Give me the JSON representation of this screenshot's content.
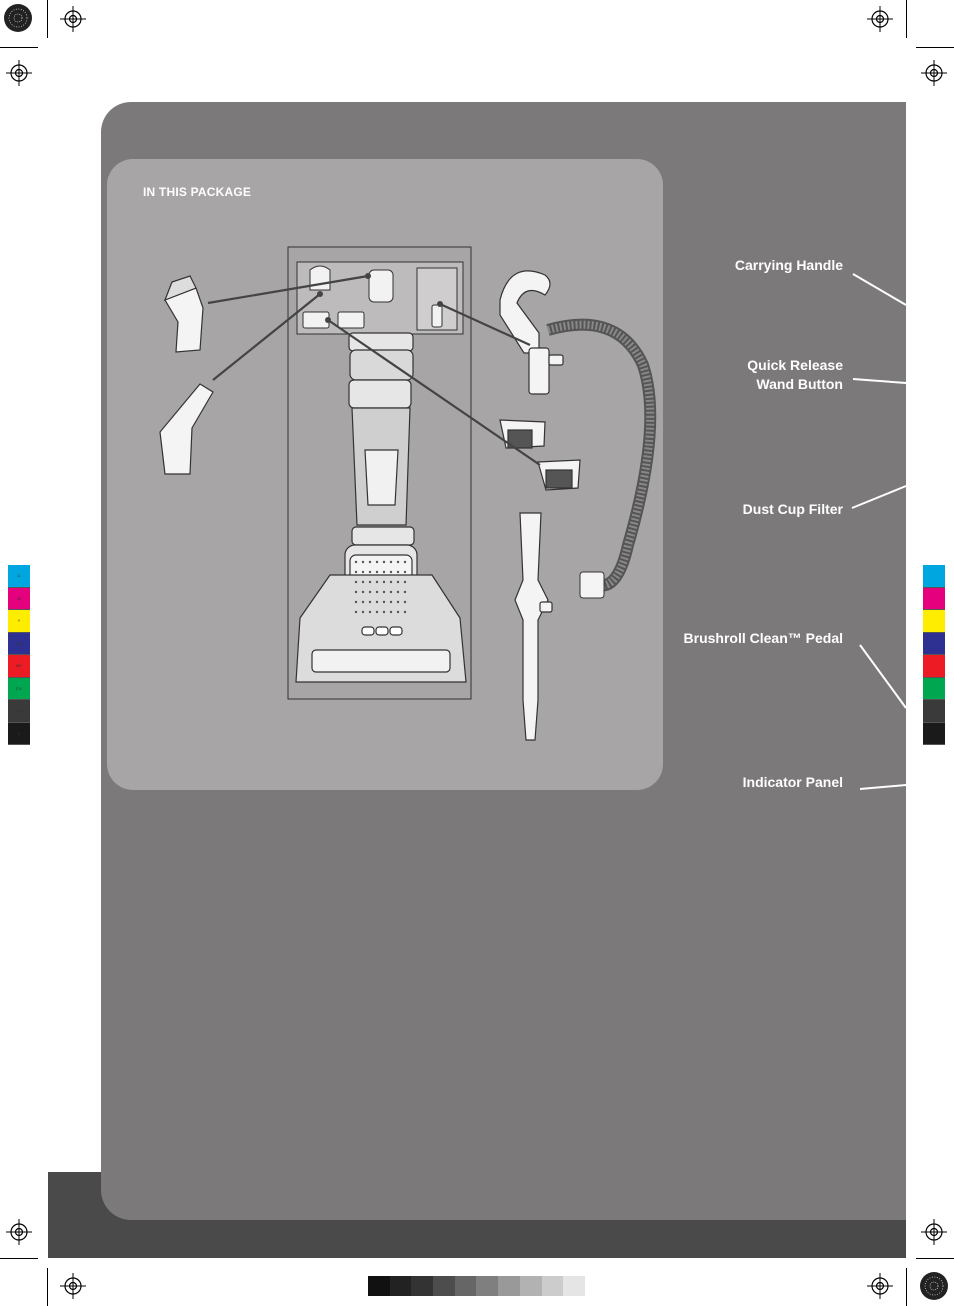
{
  "package": {
    "title": "IN THIS PACKAGE"
  },
  "labels": [
    {
      "id": "carrying-handle",
      "lines": [
        "Carrying Handle"
      ]
    },
    {
      "id": "quick-release",
      "lines": [
        "Quick Release",
        "Wand Button"
      ]
    },
    {
      "id": "dust-cup-filter",
      "lines": [
        "Dust Cup Filter"
      ]
    },
    {
      "id": "brushroll-pedal",
      "lines": [
        "Brushroll Clean™ Pedal"
      ]
    },
    {
      "id": "indicator-panel",
      "lines": [
        "Indicator Panel"
      ]
    }
  ],
  "color_bar": {
    "swatches": [
      "#00a6e0",
      "#e5007e",
      "#ffed00",
      "#2e3192",
      "#ed1c24",
      "#00a650",
      "#3a3a3a",
      "#1a1a1a"
    ],
    "codes": [
      "C",
      "M",
      "Y",
      "CM",
      "MY",
      "CY",
      "CMY",
      "K"
    ]
  },
  "gray_bar": {
    "swatches": [
      "#111111",
      "#222222",
      "#333333",
      "#4d4d4d",
      "#666666",
      "#7f7f7f",
      "#999999",
      "#b2b2b2",
      "#cccccc",
      "#e5e5e5"
    ]
  },
  "colors": {
    "page": "#ffffff",
    "main_panel": "#7b797a",
    "package_box": "#a7a5a6",
    "dark_base": "#4a4a4a",
    "text": "#ffffff"
  }
}
